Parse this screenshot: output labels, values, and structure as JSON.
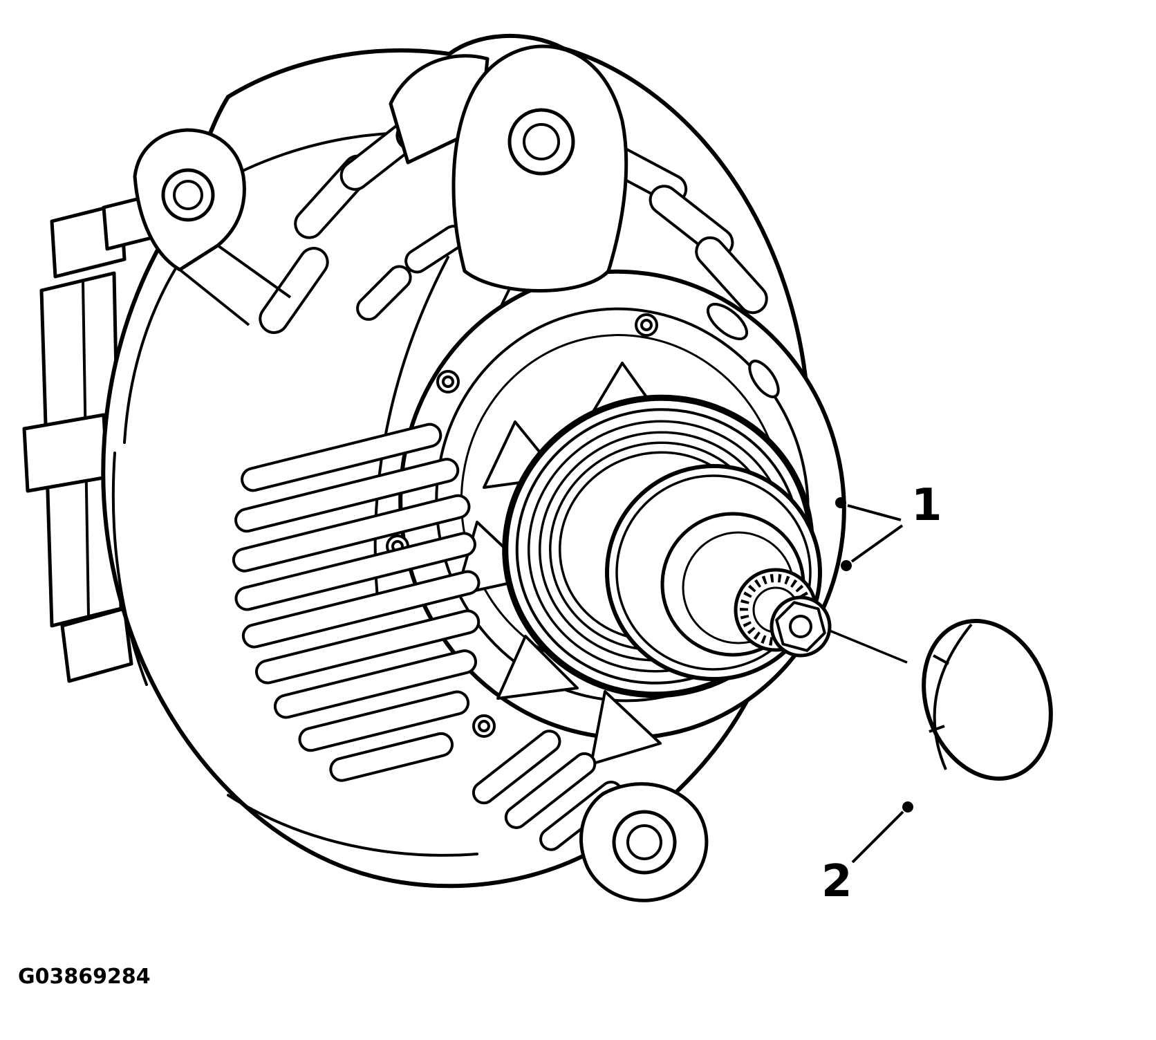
{
  "figure": {
    "code": "G03869284"
  },
  "colors": {
    "line": "#000000",
    "background": "#ffffff"
  },
  "callouts": [
    {
      "label": "1"
    },
    {
      "label": "2"
    }
  ]
}
